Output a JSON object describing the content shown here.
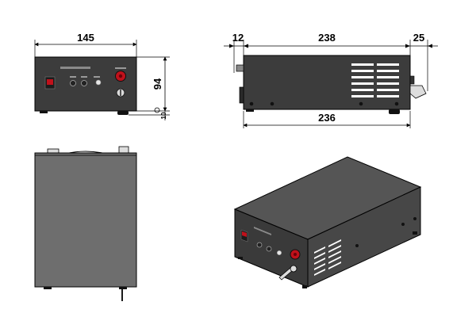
{
  "dimensions": {
    "front_width": "145",
    "front_height": "94",
    "front_foot": "10",
    "side_left_offset": "12",
    "side_top_length": "238",
    "side_right_offset": "25",
    "side_bottom_length": "236"
  },
  "colors": {
    "enclosure_dark": "#3c3c3c",
    "enclosure_top_view": "#6e6e6e",
    "iso_top": "#555555",
    "iso_front": "#3a3a3a",
    "iso_side": "#474747",
    "indicator_red": "#c0111b",
    "vent_white": "#ffffff",
    "line": "#000000"
  },
  "icons": {
    "power_switch": "rocker-switch-icon",
    "emergency_stop": "red-knob-icon",
    "key_switch": "key-switch-icon"
  }
}
